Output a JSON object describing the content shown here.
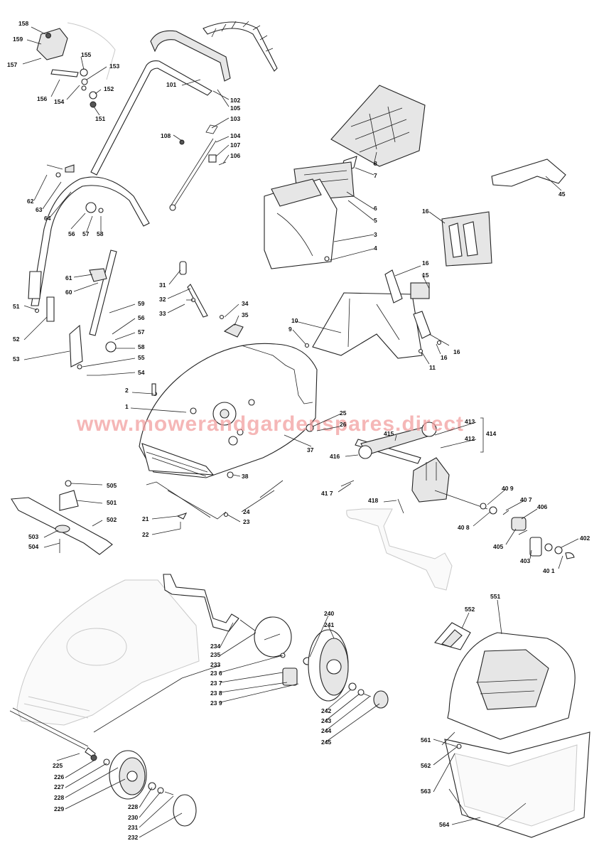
{
  "watermark": "www.mowerandgardenspares.direct",
  "labels": {
    "l158": "158",
    "l159": "159",
    "l157": "157",
    "l155": "155",
    "l153": "153",
    "l152": "152",
    "l156": "156",
    "l154": "154",
    "l151": "151",
    "l101": "101",
    "l102": "102",
    "l105": "105",
    "l103": "103",
    "l108": "108",
    "l104": "104",
    "l107": "107",
    "l106": "106",
    "l62": "62",
    "l63": "63",
    "l64": "64",
    "l56a": "56",
    "l57a": "57",
    "l58a": "58",
    "l61": "61",
    "l60": "60",
    "l31": "31",
    "l32": "32",
    "l33": "33",
    "l34": "34",
    "l35": "35",
    "l59": "59",
    "l56b": "56",
    "l57b": "57",
    "l58b": "58",
    "l55": "55",
    "l54": "54",
    "l51": "51",
    "l52": "52",
    "l53": "53",
    "l8": "8",
    "l7": "7",
    "l6": "6",
    "l5": "5",
    "l3": "3",
    "l4": "4",
    "l45": "45",
    "l16a": "16",
    "l16b": "16",
    "l15": "15",
    "l10": "10",
    "l9": "9",
    "l11": "11",
    "l16c": "16",
    "l16d": "16",
    "l2": "2",
    "l1": "1",
    "l25": "25",
    "l26": "26",
    "l37": "37",
    "l38": "38",
    "l413": "413",
    "l412": "412",
    "l414": "414",
    "l415": "415",
    "l416": "416",
    "l417": "41 7",
    "l418": "418",
    "l409": "40 9",
    "l407": "40 7",
    "l408": "40 8",
    "l406": "406",
    "l405": "405",
    "l402": "402",
    "l403": "403",
    "l401": "40 1",
    "l505": "505",
    "l501": "501",
    "l502": "502",
    "l503": "503",
    "l504": "504",
    "l21": "21",
    "l22": "22",
    "l24": "24",
    "l23": "23",
    "l240": "240",
    "l241": "241",
    "l234": "234",
    "l235": "235",
    "l233": "233",
    "l236": "23 6",
    "l237": "23 7",
    "l238": "23 8",
    "l239": "23 9",
    "l242": "242",
    "l243": "243",
    "l244": "244",
    "l245": "245",
    "l225": "225",
    "l226": "226",
    "l227": "227",
    "l228a": "228",
    "l229": "229",
    "l228b": "228",
    "l230": "230",
    "l231": "231",
    "l232": "232",
    "l551": "551",
    "l552": "552",
    "l561": "561",
    "l562": "562",
    "l563": "563",
    "l564": "564"
  }
}
